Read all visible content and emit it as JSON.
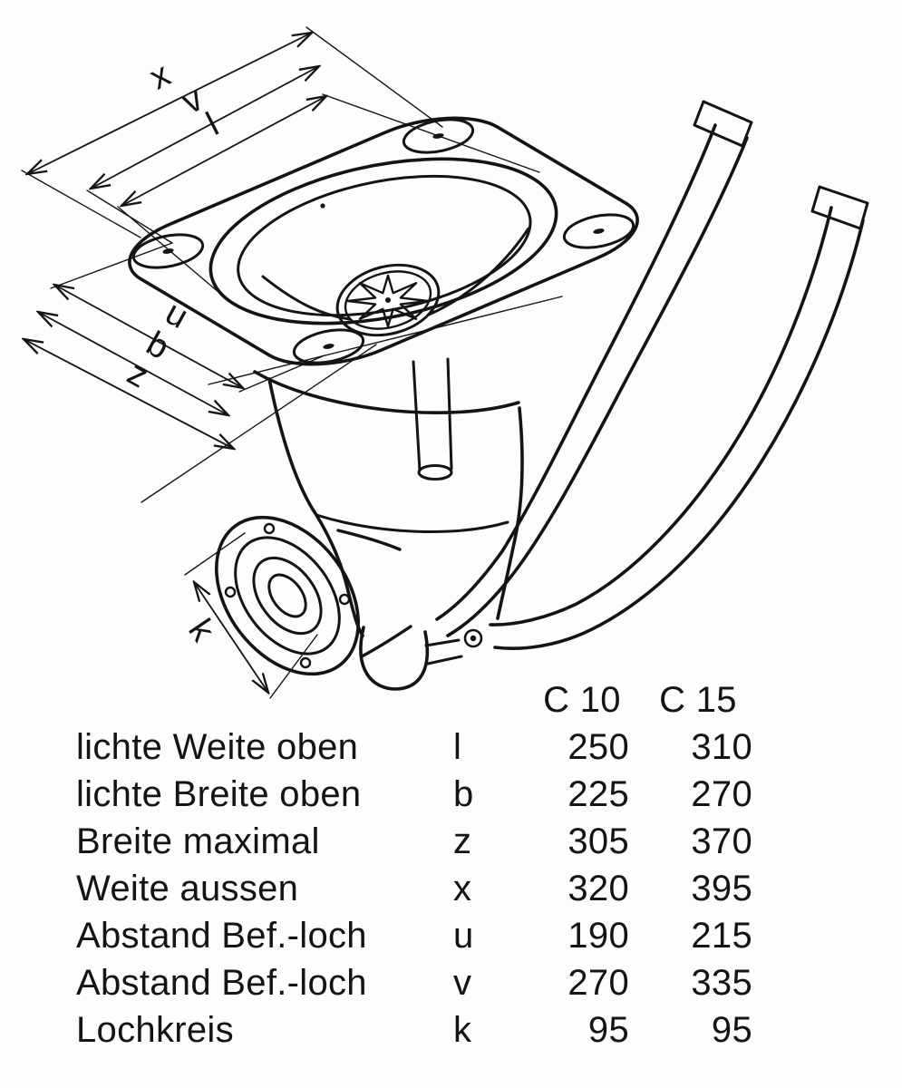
{
  "diagram": {
    "labels": {
      "x": "x",
      "v": "v",
      "l": "l",
      "u": "u",
      "b": "b",
      "z": "z",
      "k": "k"
    }
  },
  "table": {
    "headers": {
      "c10": "C 10",
      "c15": "C 15"
    },
    "rows": [
      {
        "label": "lichte Weite oben",
        "symbol": "l",
        "c10": "250",
        "c15": "310"
      },
      {
        "label": "lichte Breite oben",
        "symbol": "b",
        "c10": "225",
        "c15": "270"
      },
      {
        "label": "Breite maximal",
        "symbol": "z",
        "c10": "305",
        "c15": "370"
      },
      {
        "label": "Weite aussen",
        "symbol": "x",
        "c10": "320",
        "c15": "395"
      },
      {
        "label": "Abstand Bef.-loch",
        "symbol": "u",
        "c10": "190",
        "c15": "215"
      },
      {
        "label": "Abstand Bef.-loch",
        "symbol": "v",
        "c10": "270",
        "c15": "335"
      },
      {
        "label": "Lochkreis",
        "symbol": "k",
        "c10": "95",
        "c15": "95"
      }
    ]
  }
}
